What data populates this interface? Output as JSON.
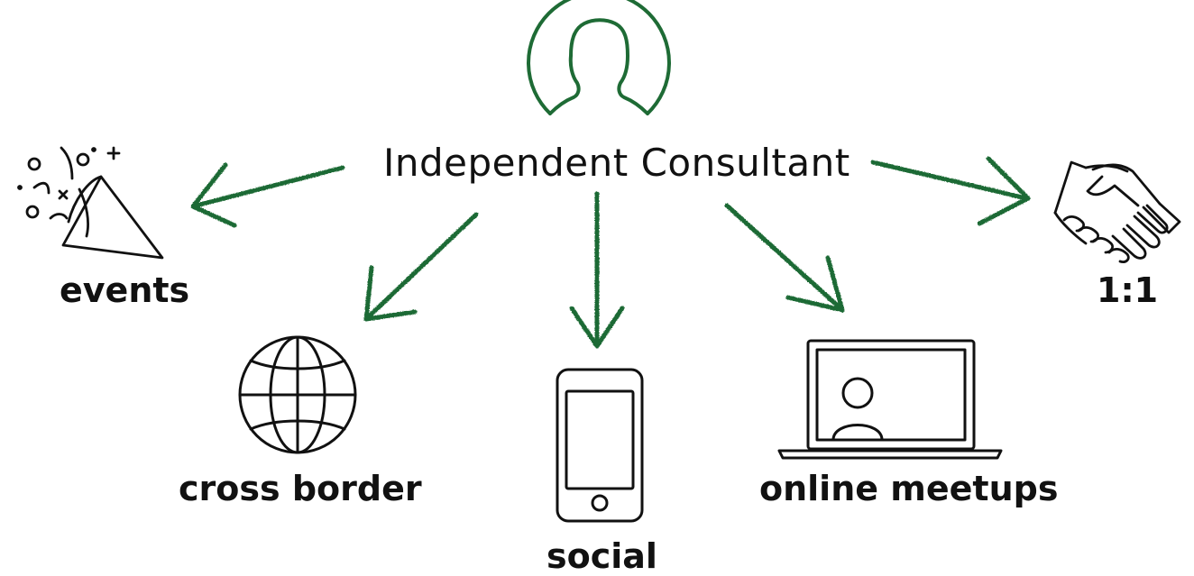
{
  "diagram": {
    "center": {
      "title": "Independent Consultant",
      "icon": "person-silhouette-icon"
    },
    "nodes": [
      {
        "id": "events",
        "label": "events",
        "icon": "party-popper-icon"
      },
      {
        "id": "cross-border",
        "label": "cross border",
        "icon": "globe-icon"
      },
      {
        "id": "social",
        "label": "social",
        "icon": "smartphone-icon"
      },
      {
        "id": "online-meetups",
        "label": "online meetups",
        "icon": "laptop-video-call-icon"
      },
      {
        "id": "one-on-one",
        "label": "1:1",
        "icon": "handshake-icon"
      }
    ],
    "colors": {
      "accent": "#1e6b35",
      "ink": "#111111",
      "background": "#ffffff"
    }
  }
}
